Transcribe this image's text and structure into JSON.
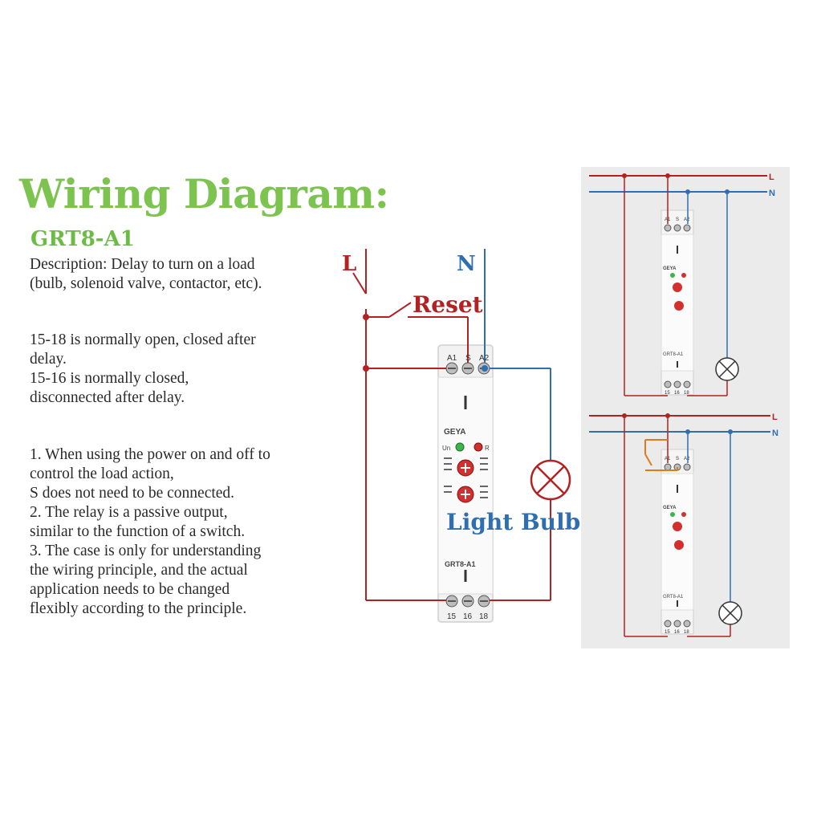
{
  "heading": {
    "title": "Wiring Diagram:",
    "model": "GRT8-A1"
  },
  "description": {
    "lines": [
      "Description: Delay to turn on a load",
      "(bulb, solenoid valve, contactor, etc)."
    ]
  },
  "contacts": {
    "lines": [
      "15-18 is normally open, closed after",
      "delay.",
      "15-16 is normally closed,",
      "disconnected after delay."
    ]
  },
  "notes": {
    "lines": [
      "1. When using the power on and off to",
      "control the load action,",
      "S does not need to be connected.",
      "2. The relay is a passive output,",
      "similar to the function of a switch.",
      "3. The case is only for understanding",
      "the wiring principle, and the actual",
      "application needs to be changed",
      "flexibly according to the principle."
    ]
  },
  "main_diagram": {
    "line_label": "L",
    "neutral_label": "N",
    "reset_label": "Reset",
    "bulb_label": "Light Bulb",
    "brand": "GEYA",
    "un_label": "Un",
    "r_label": "R",
    "model_label": "GRT8-A1",
    "top_terminals": [
      "A1",
      "S",
      "A2"
    ],
    "bottom_terminals": [
      "15",
      "16",
      "18"
    ]
  },
  "mini_diagrams": [
    {
      "line_label": "L",
      "neutral_label": "N",
      "brand": "GEYA",
      "model_label": "GRT8-A1",
      "top_terminals": [
        "A1",
        "S",
        "A2"
      ],
      "bottom_terminals": [
        "15",
        "16",
        "18"
      ]
    },
    {
      "line_label": "L",
      "neutral_label": "N",
      "brand": "GEYA",
      "model_label": "GRT8-A1",
      "top_terminals": [
        "A1",
        "S",
        "A2"
      ],
      "bottom_terminals": [
        "15",
        "16",
        "18"
      ]
    }
  ],
  "colors": {
    "title_green": "#7cc34f",
    "live_red": "#b22222",
    "neutral_blue": "#2f6fb0",
    "reset_orange": "#e07a1a",
    "panel_gray": "#ebebeb"
  }
}
